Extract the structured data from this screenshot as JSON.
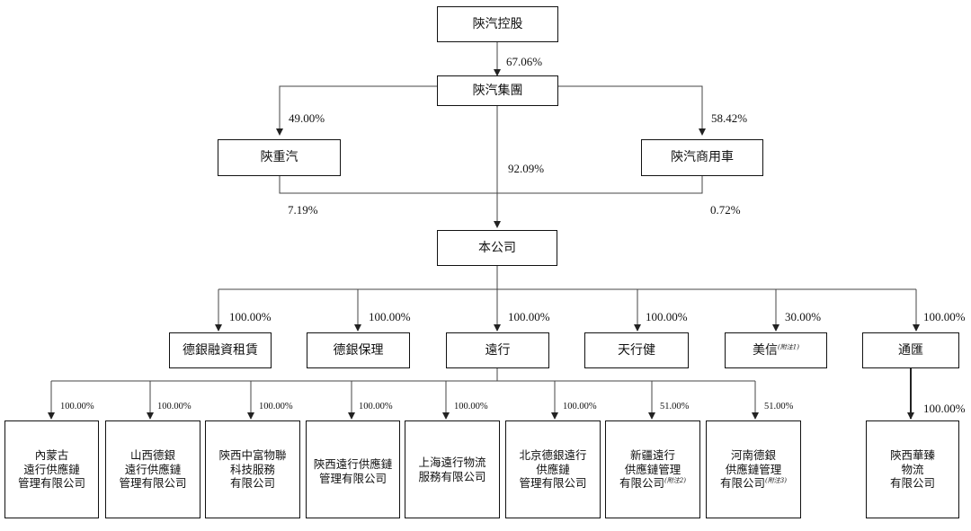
{
  "nodes": {
    "shaanxi_auto_holding": "陝汽控股",
    "shaanxi_auto_group": "陝汽集團",
    "shaanxi_heavy": "陝重汽",
    "shaanxi_commercial": "陝汽商用車",
    "company": "本公司",
    "deyin_finance": "德銀融資租賃",
    "deyin_factoring": "德銀保理",
    "yuanxing": "遠行",
    "tianxingjian": "天行健",
    "meixin": "美信",
    "meixin_note": "(附注1)",
    "tonghui": "通匯",
    "sub_neimenggu": [
      "內蒙古",
      "遠行供應鏈",
      "管理有限公司"
    ],
    "sub_shanxi": [
      "山西德銀",
      "遠行供應鏈",
      "管理有限公司"
    ],
    "sub_shaanxi_zhongfu": [
      "陝西中富物聯",
      "科技服務",
      "有限公司"
    ],
    "sub_shaanxi_yuanxing": [
      "陝西遠行供應鏈",
      "管理有限公司"
    ],
    "sub_shanghai": [
      "上海遠行物流",
      "服務有限公司"
    ],
    "sub_beijing": [
      "北京德銀遠行",
      "供應鏈",
      "管理有限公司"
    ],
    "sub_xinjiang": [
      "新疆遠行",
      "供應鏈管理",
      "有限公司"
    ],
    "sub_xinjiang_note": "(附注2)",
    "sub_henan": [
      "河南德銀",
      "供應鏈管理",
      "有限公司"
    ],
    "sub_henan_note": "(附注3)",
    "sub_shaanxi_huazhen": [
      "陝西華臻",
      "物流",
      "有限公司"
    ]
  },
  "ownership": {
    "holding_to_group": "67.06%",
    "group_to_heavy": "49.00%",
    "group_to_commercial": "58.42%",
    "group_to_company": "92.09%",
    "heavy_to_company": "7.19%",
    "commercial_to_company": "0.72%",
    "company_to_deyin_finance": "100.00%",
    "company_to_deyin_factoring": "100.00%",
    "company_to_yuanxing": "100.00%",
    "company_to_tianxingjian": "100.00%",
    "company_to_meixin": "30.00%",
    "company_to_tonghui": "100.00%",
    "yuanxing_to_neimenggu": "100.00%",
    "yuanxing_to_shanxi": "100.00%",
    "yuanxing_to_zhongfu": "100.00%",
    "yuanxing_to_shaanxi_yuanxing": "100.00%",
    "yuanxing_to_shanghai": "100.00%",
    "yuanxing_to_beijing": "100.00%",
    "yuanxing_to_xinjiang": "51.00%",
    "yuanxing_to_henan": "51.00%",
    "tonghui_to_huazhen": "100.00%"
  }
}
